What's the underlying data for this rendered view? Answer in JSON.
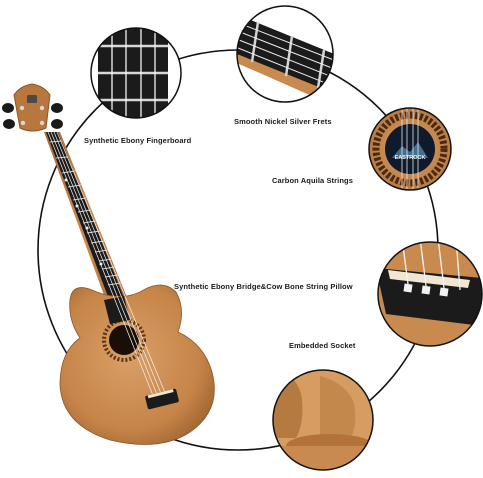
{
  "labels": {
    "fingerboard": "Synthetic Ebony Fingerboard",
    "frets": "Smooth Nickel Silver Frets",
    "strings": "Carbon Aquila Strings",
    "bridge": "Synthetic Ebony Bridge&Cow Bone String Pillow",
    "socket": "Embedded Socket"
  },
  "rosette_brand": "EASTROCK",
  "colors": {
    "wood": "#c98a4f",
    "wood_dark": "#a86a35",
    "fingerboard": "#1b1b1b",
    "fret": "#d8d8d8",
    "circle_outline": "#111111"
  }
}
